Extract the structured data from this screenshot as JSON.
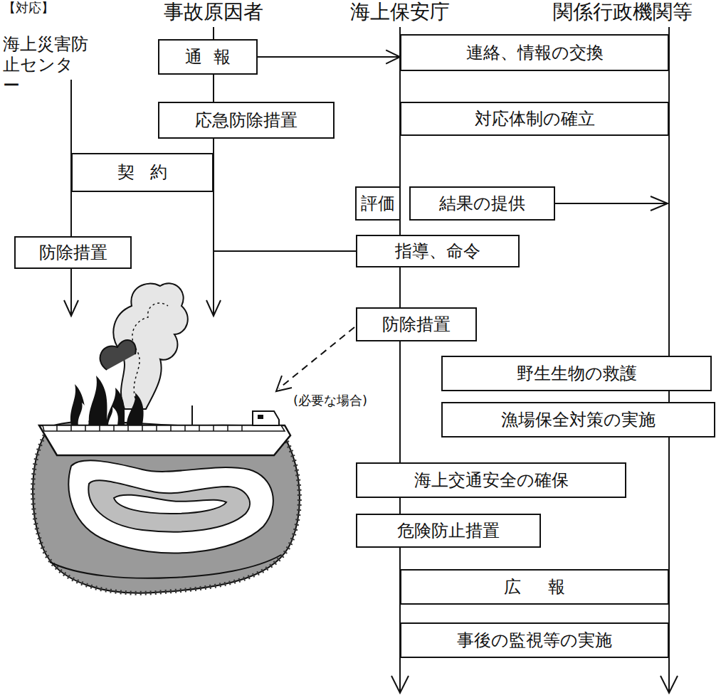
{
  "diagram": {
    "nodes": [
      {
        "text": [
          "通報"
        ]
      },
      {
        "text": [
          "連絡、情報の交換"
        ]
      },
      {
        "text": [
          "応急防除措置"
        ]
      },
      {
        "text": [
          "対応体制の確立"
        ]
      },
      {
        "text": [
          "契約"
        ]
      },
      {
        "text": [
          "評価"
        ]
      },
      {
        "text": [
          "結果の提供"
        ]
      },
      {
        "text": [
          "防除措置"
        ]
      },
      {
        "text": [
          "指導、命令"
        ]
      },
      {
        "text": [
          "防除措置"
        ]
      },
      {
        "text": [
          "野生生物の救護"
        ]
      },
      {
        "text": [
          "漁場保全対策の実施"
        ]
      },
      {
        "text": [
          "海上交通安全の確保"
        ]
      },
      {
        "text": [
          "危険防止措置"
        ]
      },
      {
        "text": [
          "広報"
        ]
      },
      {
        "text": [
          "事後の監視等の実施"
        ]
      }
    ],
    "edges": [
      {
        "from": 0,
        "to": 1,
        "arrow": "to"
      }
    ],
    "labels": [
      "【対応】",
      "事故原因者",
      "海上保安庁",
      "関係行政機関等",
      "海上災害防止センター",
      "(必要な場合)"
    ]
  }
}
